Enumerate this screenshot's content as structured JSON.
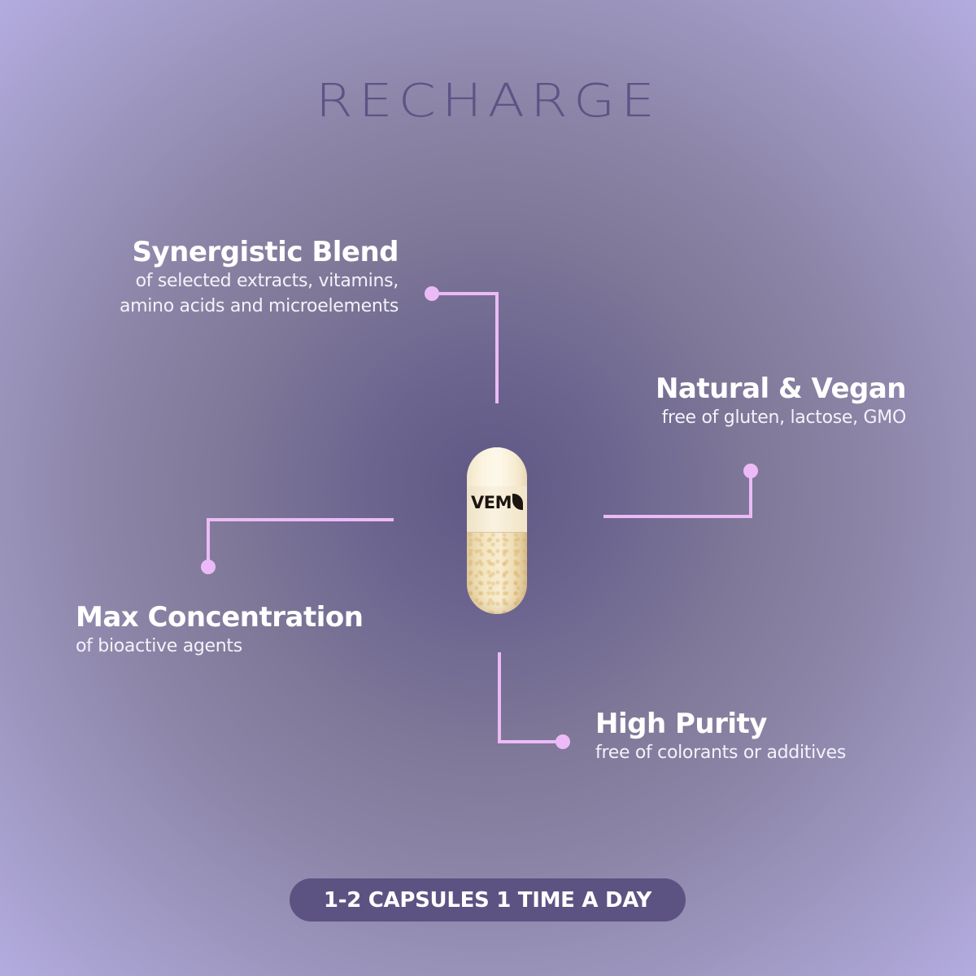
{
  "title": "RECHARGE",
  "features": [
    {
      "heading": "Synergistic Blend",
      "lines": [
        "of selected extracts, vitamins,",
        "amino acids and microelements"
      ]
    },
    {
      "heading": "Natural & Vegan",
      "lines": [
        "free of gluten, lactose, GMO"
      ]
    },
    {
      "heading": "Max Concentration",
      "lines": [
        "of bioactive agents"
      ]
    },
    {
      "heading": "High Purity",
      "lines": [
        "free of colorants or additives"
      ]
    }
  ],
  "capsule": {
    "imprint": "VEM",
    "icon": "leaf-icon"
  },
  "dosage_badge": "1-2 CAPSULES 1 TIME A DAY",
  "colors": {
    "background_center": "#5f5884",
    "background_edge": "#b3acdf",
    "title": "#5b5485",
    "connector": "#ecbbf7",
    "badge": "#5c5383",
    "text": "#ffffff"
  }
}
